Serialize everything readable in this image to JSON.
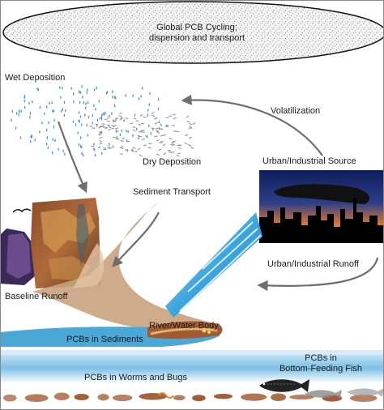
{
  "global_cycling": {
    "line1": "Global PCB Cycling;",
    "line2": "dispersion and transport"
  },
  "labels": {
    "wet_deposition": "Wet Deposition",
    "volatilization": "Volatilization",
    "dry_deposition": "Dry Deposition",
    "urban_source": "Urban/Industrial Source",
    "sediment_transport": "Sediment Transport",
    "urban_runoff": "Urban/Industrial Runoff",
    "baseline_runoff": "Baseline Runoff",
    "river_water_body": "River/Water Body",
    "pcbs_in_sediments": "PCBs in Sediments",
    "pcbs_in_worms": "PCBs in Worms and Bugs",
    "pcbs_in_fish_line1": "PCBs in",
    "pcbs_in_fish_line2": "Bottom-Feeding Fish"
  },
  "colors": {
    "rain": "#4f97d6",
    "dry_particles": "#8a8a8a",
    "arrow": "#6e6e6e",
    "sediment_flow": "#c9a27e",
    "river": "#3ba3d8",
    "water_column": "#7fc4e8",
    "sediment_bed": "#a15a34"
  }
}
